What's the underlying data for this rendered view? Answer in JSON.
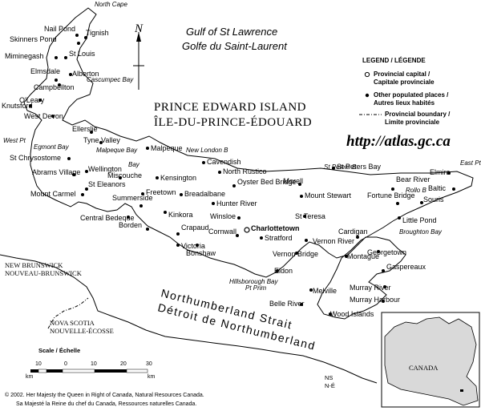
{
  "headings": {
    "gulf_en": "Gulf of St Lawrence",
    "gulf_fr": "Golfe du Saint-Laurent",
    "title_en": "PRINCE EDWARD ISLAND",
    "title_fr": "ÎLE-DU-PRINCE-ÉDOUARD",
    "url": "http://atlas.gc.ca",
    "strait_en": "Northumberland Strait",
    "strait_fr": "Détroit de Northumberland",
    "north_arrow": "N"
  },
  "legend": {
    "title": "LEGEND / LÉGENDE",
    "capital_en": "Provincial capital /",
    "capital_fr": "Capitale provinciale",
    "places_en": "Other populated places /",
    "places_fr": "Autres lieux habités",
    "boundary_en": "Provincial boundary /",
    "boundary_fr": "Limite provinciale"
  },
  "provinces": {
    "nb_en": "NEW BRUNSWICK",
    "nb_fr": "NOUVEAU-BRUNSWICK",
    "ns_en": "NOVA SCOTIA",
    "ns_fr": "NOUVELLE-ÉCOSSE",
    "ns_abbr": "NS",
    "ne_abbr": "N-É"
  },
  "inset": {
    "label": "CANADA"
  },
  "scale": {
    "title": "Scale / Échelle",
    "unit": "km",
    "ticks": [
      "10",
      "0",
      "10",
      "20",
      "30"
    ]
  },
  "copyright": {
    "line1": "© 2002.  Her Majesty the Queen in Right of Canada, Natural Resources Canada.",
    "line2": "Sa Majesté la Reine du chef du Canada, Ressources naturelles Canada."
  },
  "capital": {
    "name": "Charlottetown"
  },
  "places": [
    "Nail Pond",
    "Tignish",
    "Skinners Pond",
    "St Louis",
    "Miminegash",
    "Alberton",
    "Elmsdale",
    "Campbellton",
    "O'Leary",
    "Knutsford",
    "West Devon",
    "Ellerslie",
    "Tyne Valley",
    "St Chrysostome",
    "Malpeque",
    "Cavendish",
    "Abrams Village",
    "Wellington",
    "Miscouche",
    "Kensington",
    "North Rustico",
    "St Eleanors",
    "Mount Carmel",
    "Freetown",
    "Oyster Bed Bridge",
    "Breadalbane",
    "Hunter River",
    "Summerside",
    "Central Bedeque",
    "Kinkora",
    "Borden",
    "Crapaud",
    "Victoria",
    "Bonshaw",
    "Cornwall",
    "Winsloe",
    "Stratford",
    "Morell",
    "Mount Stewart",
    "St Teresa",
    "St Peters Bay",
    "Bear River",
    "Elmira",
    "Baltic",
    "Fortune Bridge",
    "Souris",
    "Little Pond",
    "Cardigan",
    "Georgetown",
    "Montague",
    "Vernon River",
    "Vernon Bridge",
    "Eldon",
    "Gaspereaux",
    "Murray River",
    "Murray Harbour",
    "Melville",
    "Belle River",
    "Wood Islands"
  ],
  "water_features": [
    "North Cape",
    "Cascumpec Bay",
    "West Pt",
    "Egmont Bay",
    "Malpeque Bay",
    "New London B",
    "Bay",
    "St Peters B",
    "East Pt",
    "Rollo B",
    "Broughton Bay",
    "Hillsborough Bay",
    "Pt Prim"
  ]
}
